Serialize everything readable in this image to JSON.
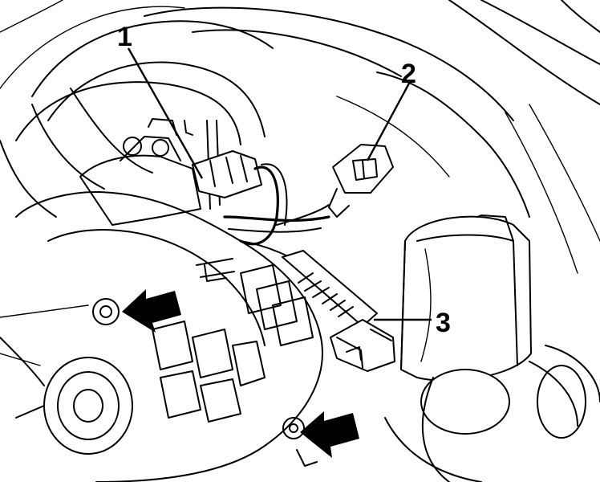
{
  "callouts": {
    "c1": "1",
    "c2": "2",
    "c3": "3"
  },
  "icons": [
    "arrow-pointer-left-upper",
    "arrow-pointer-left-lower"
  ],
  "colors": {
    "line": "#000000",
    "background": "#ffffff"
  }
}
